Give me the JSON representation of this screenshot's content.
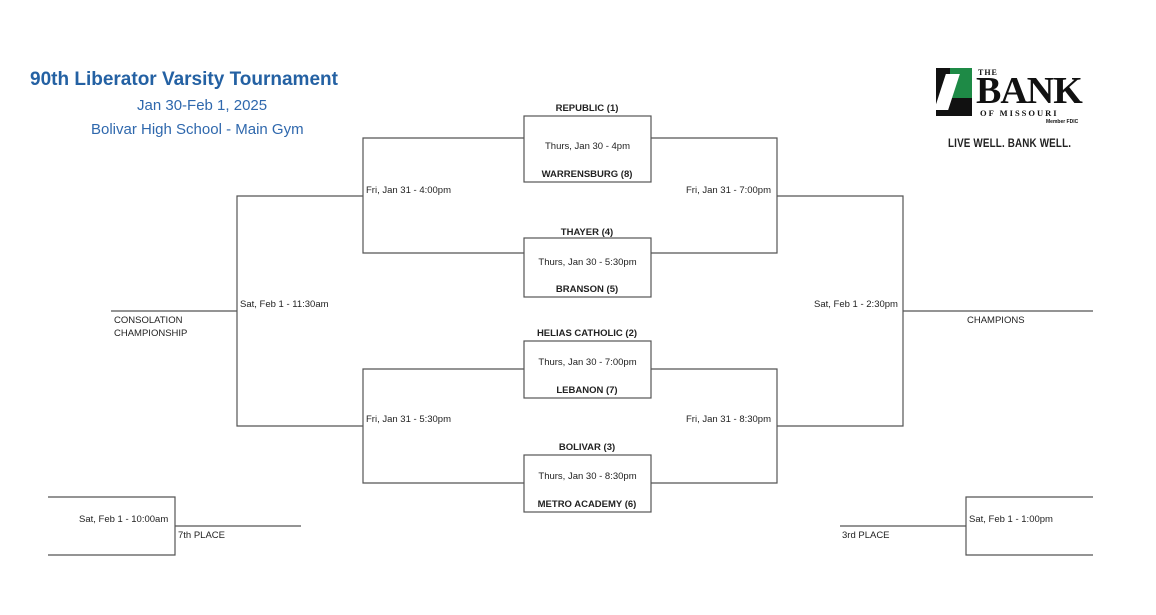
{
  "header": {
    "title": "90th Liberator Varsity Tournament",
    "dates": "Jan 30-Feb 1, 2025",
    "venue": "Bolivar High School - Main Gym"
  },
  "sponsor": {
    "the": "THE",
    "bank": "BANK",
    "of_missouri": "OF MISSOURI",
    "member_fdic": "Member FDIC",
    "tagline": "LIVE WELL. BANK WELL.",
    "brand_green": "#1e8a46"
  },
  "colors": {
    "title_blue": "#2461a3",
    "line": "#555555"
  },
  "round1": [
    {
      "top_team": "REPUBLIC (1)",
      "time": "Thurs, Jan 30 - 4pm",
      "bottom_team": "WARRENSBURG (8)"
    },
    {
      "top_team": "THAYER (4)",
      "time": "Thurs, Jan 30 - 5:30pm",
      "bottom_team": "BRANSON (5)"
    },
    {
      "top_team": "HELIAS CATHOLIC (2)",
      "time": "Thurs, Jan 30 - 7:00pm",
      "bottom_team": "LEBANON (7)"
    },
    {
      "top_team": "BOLIVAR (3)",
      "time": "Thurs, Jan 30 - 8:30pm",
      "bottom_team": "METRO ACADEMY (6)"
    }
  ],
  "consolation": {
    "semi_top": "Fri, Jan 31 - 4:00pm",
    "semi_bottom": "Fri, Jan 31 - 5:30pm",
    "final_time": "Sat, Feb 1 - 11:30am",
    "final_label_line1": "CONSOLATION",
    "final_label_line2": "CHAMPIONSHIP"
  },
  "championship": {
    "semi_top": "Fri, Jan 31 - 7:00pm",
    "semi_bottom": "Fri, Jan 31 - 8:30pm",
    "final_time": "Sat, Feb 1 - 2:30pm",
    "final_label": "CHAMPIONS"
  },
  "seventh_place": {
    "time": "Sat, Feb 1 - 10:00am",
    "label": "7th PLACE"
  },
  "third_place": {
    "time": "Sat, Feb 1 - 1:00pm",
    "label": "3rd PLACE"
  }
}
